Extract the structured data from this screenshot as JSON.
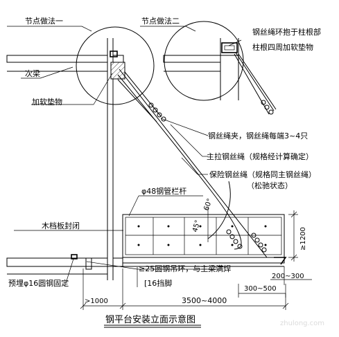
{
  "labels": {
    "node_method_1": "节点做法一",
    "node_method_2": "节点做法二",
    "wire_wrap_column": "钢丝绳环抱于柱根部",
    "column_padding": "柱根四周加软垫物",
    "secondary_beam": "次梁",
    "soft_pad": "加软垫物",
    "wire_clamp": "钢丝绳夹，钢丝绳每端3~4只",
    "main_wire": "主拉钢丝绳（规格经计算确定）",
    "safety_wire": "保险钢丝绳（规格同主钢丝绳）",
    "slack_state": "（松驰状态）",
    "steel_pipe_rail": "φ48钢管栏杆",
    "wood_board": "木档板封闭",
    "embedded_ring": "预埋φ16圆钢固定",
    "steel_hoop": "≥25圆钢吊环，与主梁满焊",
    "channel_stop": "[16挡脚",
    "angle_45": "45°",
    "angle_60": "60°",
    "dim_1200": "≥1200",
    "dim_200_300": "200~300",
    "dim_300_500": "300~500",
    "dim_1000": ">1000",
    "dim_3500_4000": "3500~4000",
    "title": "钢平台安装立面示意图",
    "watermark": "zhulong.com"
  }
}
